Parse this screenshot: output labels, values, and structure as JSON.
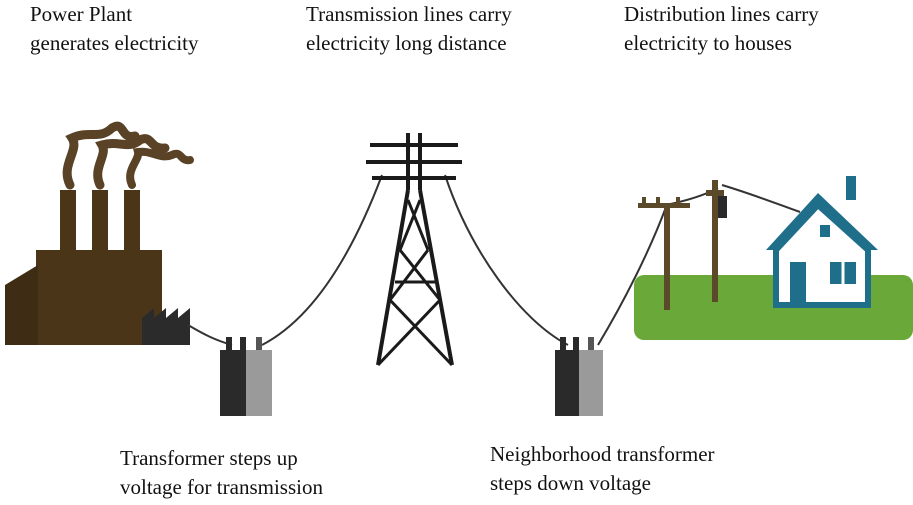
{
  "captions": {
    "power_plant": [
      "Power Plant",
      "generates electricity"
    ],
    "transmission": [
      "Transmission lines carry",
      "electricity long distance"
    ],
    "distribution": [
      "Distribution lines carry",
      "electricity to houses"
    ],
    "step_up": [
      "Transformer steps up",
      "voltage for transmission"
    ],
    "step_down": [
      "Neighborhood transformer",
      "steps down voltage"
    ]
  },
  "colors": {
    "factory": "#4a3519",
    "smoke": "#5a4226",
    "tower": "#1a1a1a",
    "wire": "#333333",
    "transformer_dark": "#2a2a2a",
    "transformer_light": "#9a9a9a",
    "grass": "#6aa83a",
    "house": "#1f6f8b",
    "pole": "#5b4a2a"
  },
  "icons": [
    "factory-icon",
    "transformer-icon",
    "transmission-tower-icon",
    "utility-pole-icon",
    "house-icon"
  ]
}
